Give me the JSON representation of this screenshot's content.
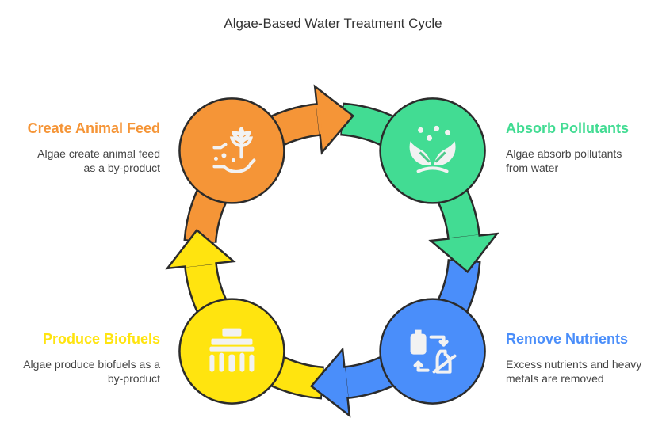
{
  "title": "Algae-Based Water Treatment Cycle",
  "steps": [
    {
      "title": "Create Animal Feed",
      "desc": "Algae create animal feed as a by-product",
      "color": "#F59537",
      "icon": "wheat-fish-icon"
    },
    {
      "title": "Absorb Pollutants",
      "desc": "Algae absorb pollutants from water",
      "color": "#42DC93",
      "icon": "sprout-icon"
    },
    {
      "title": "Remove Nutrients",
      "desc": "Excess nutrients and heavy metals are removed",
      "color": "#4A8EFA",
      "icon": "exchange-containers-icon"
    },
    {
      "title": "Produce Biofuels",
      "desc": "Algae produce biofuels as a by-product",
      "color": "#FFE40F",
      "icon": "refinery-icon"
    }
  ]
}
